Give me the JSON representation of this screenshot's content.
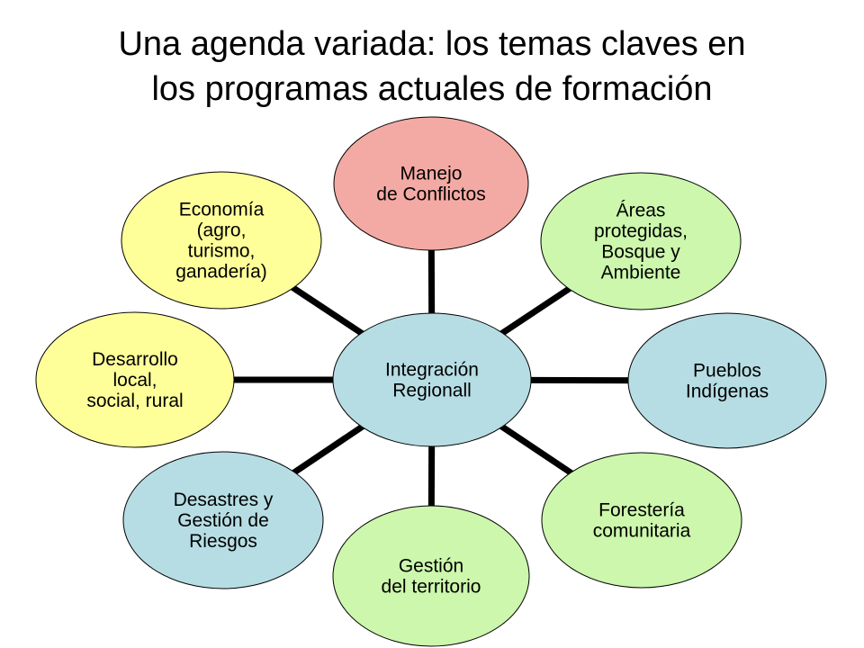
{
  "title": {
    "line1": "Una agenda variada: los temas claves en",
    "line2": "los programas actuales de formación"
  },
  "colors": {
    "center": "#b6dde4",
    "conflict": "#f4aaa4",
    "green": "#ccf7ac",
    "blue": "#b6dde4",
    "yellow": "#ffff9a",
    "connector": "#000000",
    "outline": "#000000"
  },
  "center": {
    "lines": [
      "Integración",
      "Regionall"
    ]
  },
  "nodes": [
    {
      "id": "manejo-conflictos",
      "lines": [
        "Manejo",
        "de Conflictos"
      ],
      "color": "#f4aaa4"
    },
    {
      "id": "areas-protegidas",
      "lines": [
        "Áreas",
        "protegidas,",
        "Bosque y",
        "Ambiente"
      ],
      "color": "#ccf7ac"
    },
    {
      "id": "pueblos-indigenas",
      "lines": [
        "Pueblos",
        "Indígenas"
      ],
      "color": "#b6dde4"
    },
    {
      "id": "forestria-comunitaria",
      "lines": [
        "Forestería",
        "comunitaria"
      ],
      "color": "#ccf7ac"
    },
    {
      "id": "gestion-territorio",
      "lines": [
        "Gestión",
        "del territorio"
      ],
      "color": "#ccf7ac"
    },
    {
      "id": "desastres-riesgos",
      "lines": [
        "Desastres y",
        "Gestión de",
        "Riesgos"
      ],
      "color": "#b6dde4"
    },
    {
      "id": "desarrollo-local",
      "lines": [
        "Desarrollo",
        "local,",
        "social, rural"
      ],
      "color": "#ffff9a"
    },
    {
      "id": "economia",
      "lines": [
        "Economía",
        "(agro,",
        "turismo,",
        "ganadería)"
      ],
      "color": "#ffff9a"
    }
  ]
}
